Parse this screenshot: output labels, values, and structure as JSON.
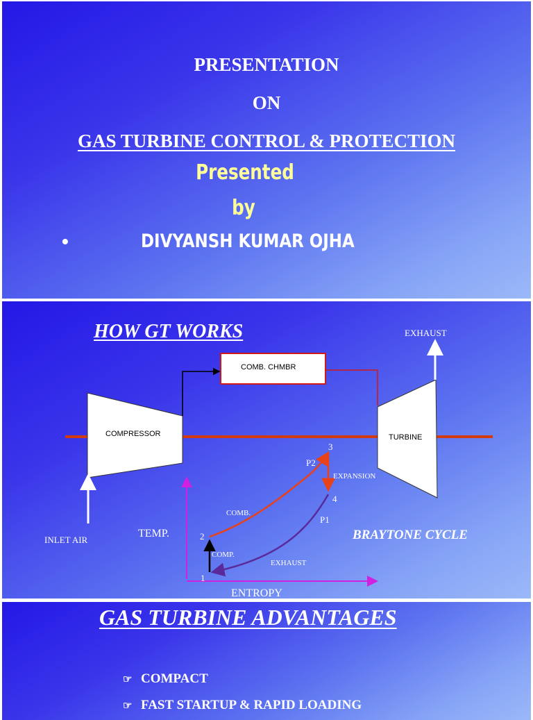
{
  "slide1": {
    "line1": "PRESENTATION",
    "line2": "ON",
    "line3": "GAS TURBINE CONTROL & PROTECTION",
    "line4": "Presented",
    "line5": "by",
    "bullet": "•",
    "name": "DIVYANSH KUMAR OJHA",
    "colors": {
      "title": "#ffffff",
      "accent": "#ffff9a"
    }
  },
  "slide2": {
    "title": "HOW GT WORKS",
    "labels": {
      "exhaust_top": "EXHAUST",
      "comb_chamber": "COMB. CHMBR",
      "compressor": "COMPRESSOR",
      "turbine": "TURBINE",
      "inlet_air": "INLET AIR",
      "temp": "TEMP.",
      "entropy": "ENTROPY",
      "braytone": "BRAYTONE CYCLE",
      "expansion": "EXPANSION",
      "comb": "COMB.",
      "comp": "COMP.",
      "exhaust_curve": "EXHAUST",
      "p1": "P1",
      "p2": "P2",
      "pt1": "1",
      "pt2": "2",
      "pt3": "3",
      "pt4": "4"
    },
    "colors": {
      "shaft": "#d23a10",
      "combustion_curve": "#e8421a",
      "exhaust_curve": "#5a2a9a",
      "axes": "#d020e0",
      "box_border": "#d01818"
    }
  },
  "slide3": {
    "title": "GAS TURBINE ADVANTAGES",
    "bullet_icon": "pointing-hand-icon",
    "items": [
      "COMPACT",
      "FAST STARTUP & RAPID LOADING"
    ]
  }
}
